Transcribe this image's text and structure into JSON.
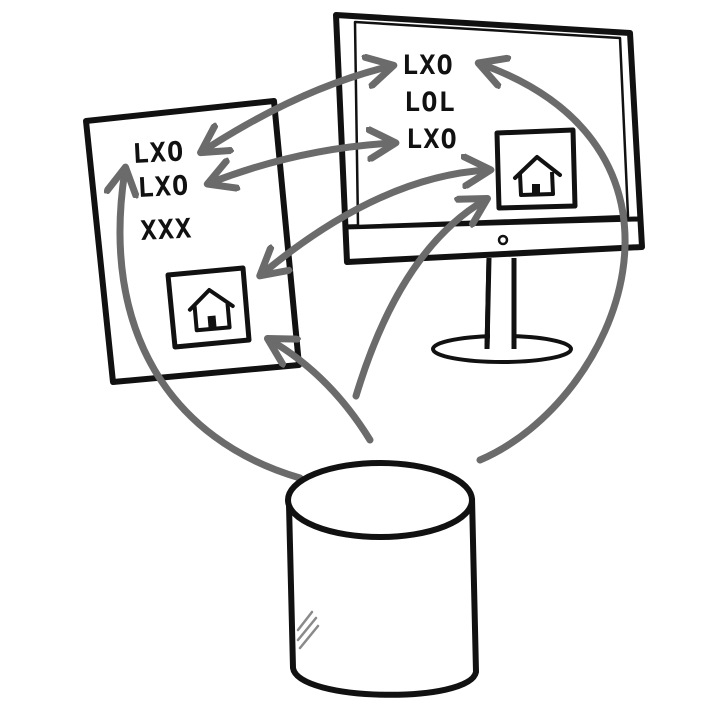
{
  "colors": {
    "ink": "#111111",
    "arrow": "#6b6b6b",
    "paper": "#ffffff"
  },
  "document": {
    "lines": [
      "LXO",
      "LXO",
      "XXX"
    ],
    "image_icon": "house-icon"
  },
  "monitor": {
    "lines": [
      "LXO",
      "LOL",
      "LXO"
    ],
    "image_icon": "house-icon"
  },
  "database": {
    "icon": "database-cylinder-icon"
  }
}
